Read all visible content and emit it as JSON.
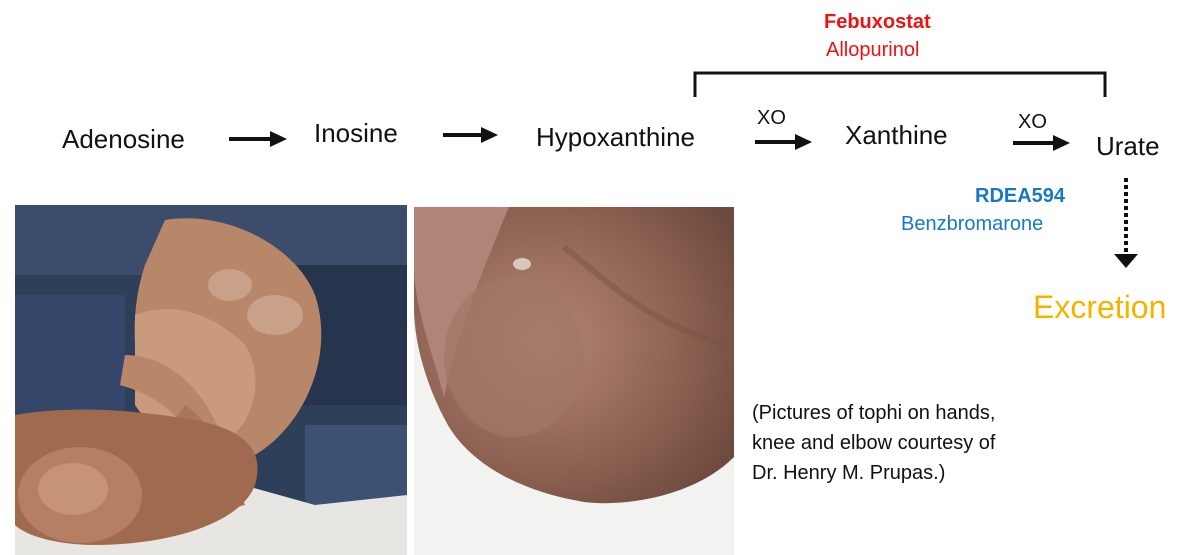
{
  "pathway": {
    "adenosine": "Adenosine",
    "inosine": "Inosine",
    "hypoxanthine": "Hypoxanthine",
    "xanthine": "Xanthine",
    "urate": "Urate",
    "enzyme_1": "XO",
    "enzyme_2": "XO"
  },
  "xo_inhibitors": {
    "primary": "Febuxostat",
    "secondary": "Allopurinol",
    "color": "#ee1111"
  },
  "uricosurics": {
    "primary": "RDEA594",
    "secondary": "Benzbromarone",
    "color": "#1a78c2"
  },
  "excretion": {
    "label": "Excretion",
    "color": "#f5b300"
  },
  "caption": {
    "line1": "(Pictures of tophi on hands,",
    "line2": "knee and elbow courtesy of",
    "line3": "Dr. Henry M. Prupas.)"
  }
}
